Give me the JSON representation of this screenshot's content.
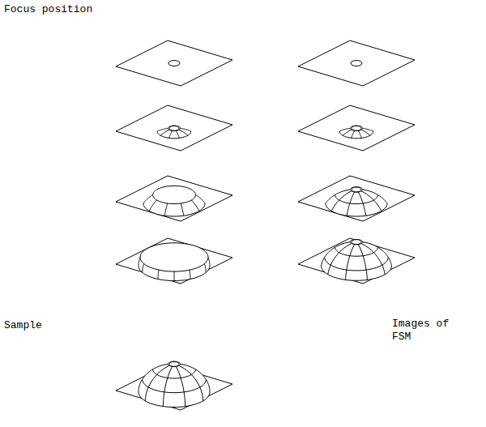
{
  "diagram": {
    "labels": [
      "Focus position",
      "Sample",
      "Images of FSM"
    ]
  }
}
